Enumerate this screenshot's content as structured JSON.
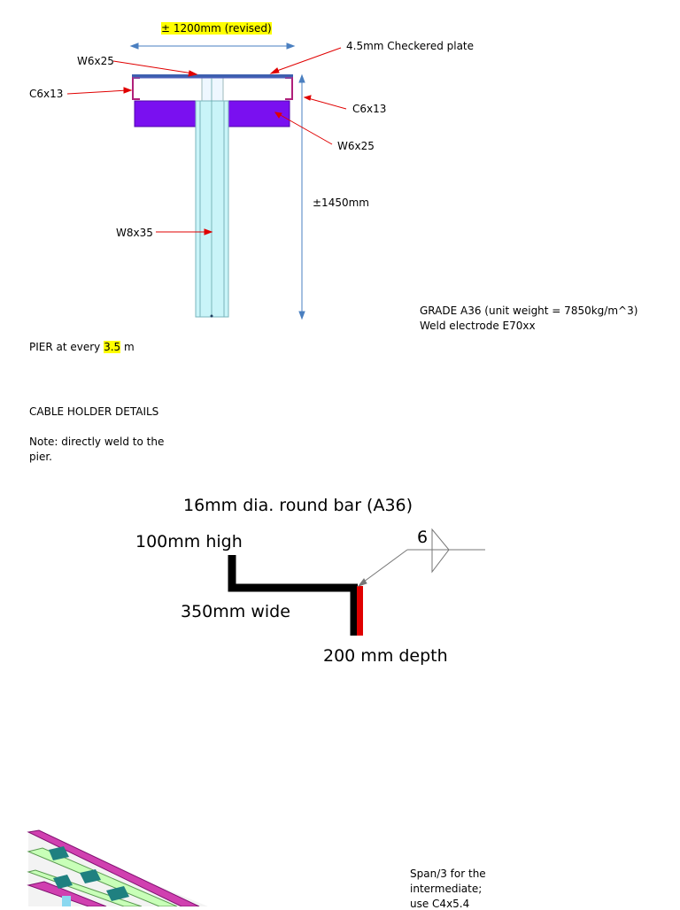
{
  "pier": {
    "width_label": "± 1200mm (revised)",
    "height_label": "±1450mm",
    "callouts": {
      "checkered_plate": "4.5mm Checkered plate",
      "w6x25_top": "W6x25",
      "c6x13_left": "C6x13",
      "c6x13_right": "C6x13",
      "w6x25_right": "W6x25",
      "w8x35": "W8x35"
    },
    "grade_line1": "GRADE A36 (unit weight = 7850kg/m^3)",
    "grade_line2": "Weld electrode E70xx",
    "spacing_prefix": "PIER at every ",
    "spacing_value": "3.5",
    "spacing_suffix": " m"
  },
  "cable_holder": {
    "heading": "CABLE HOLDER DETAILS",
    "note_line1": "Note: directly weld to the",
    "note_line2": "pier.",
    "bar_label": "16mm dia. round bar (A36)",
    "high_label": "100mm high",
    "wide_label": "350mm wide",
    "depth_label": "200 mm depth",
    "weld_size": "6"
  },
  "bottom_note": {
    "line1": "Span/3 for the",
    "line2": "intermediate;",
    "line3": "use C4x5.4"
  },
  "colors": {
    "beam_purple": "#7a10f0",
    "column_cyan": "#c9f4f8",
    "dimension_blue": "#4a7fc0",
    "leader_red": "#e00000",
    "highlight": "#ffff00"
  }
}
